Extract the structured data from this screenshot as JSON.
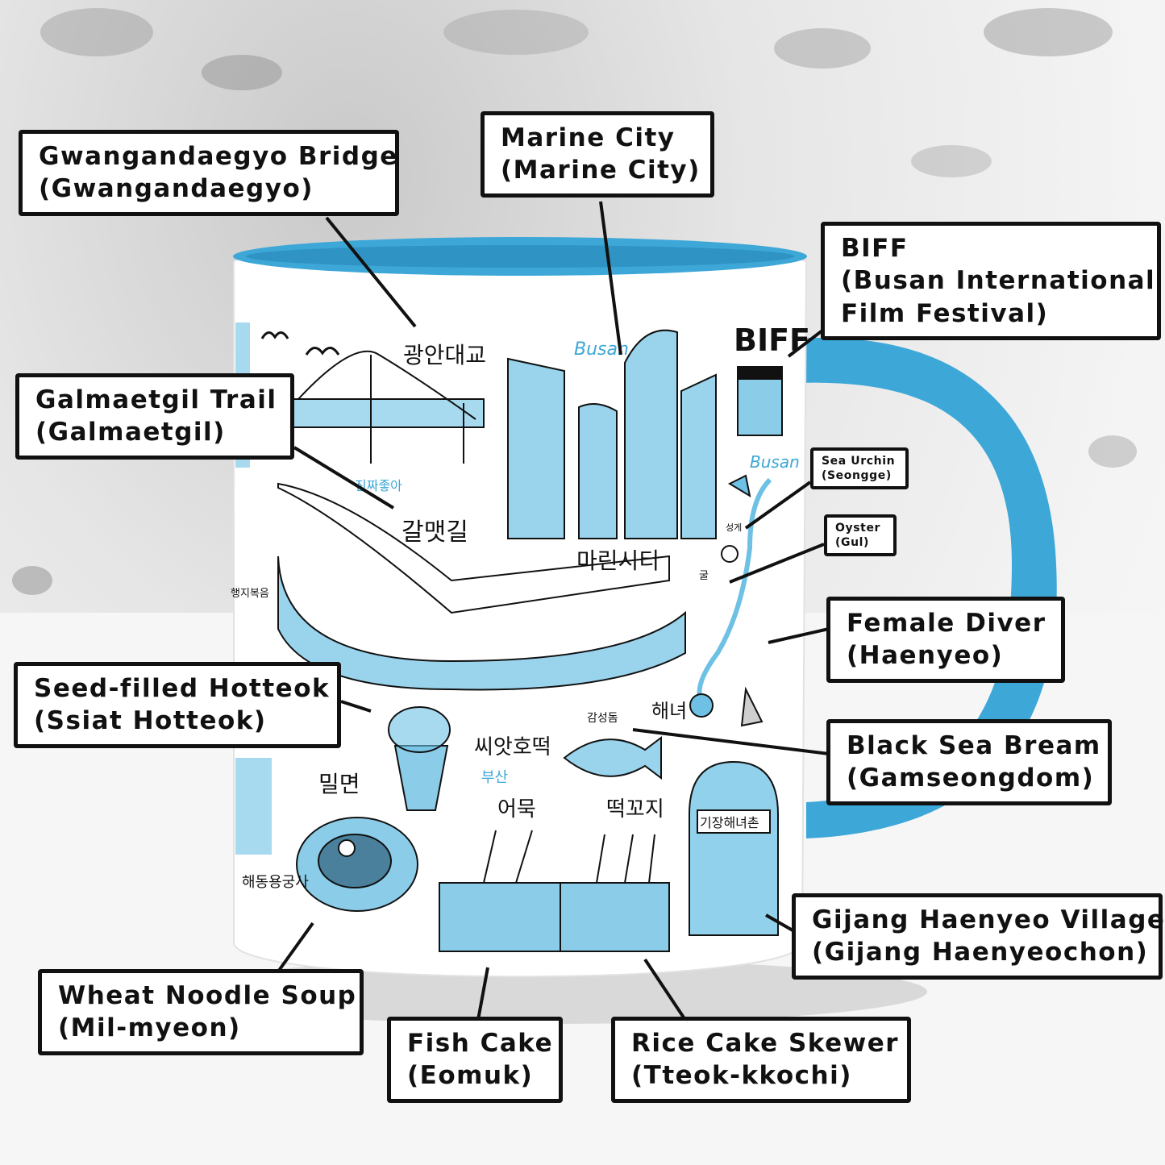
{
  "mug": {
    "rim_color": "#3da7d8",
    "handle_color": "#3da7d8",
    "body_color": "#ffffff",
    "ink_color": "#111111",
    "art_blue": "#6ec1e4"
  },
  "artwork_text": {
    "bridge_kor": "광안대교",
    "trail_kor": "갈맷길",
    "trail_sign": "진짜좋아",
    "marine_city_kor": "마린시티",
    "busan_script_1": "Busan",
    "busan_script_2": "Busan",
    "biff": "BIFF",
    "sea_urchin_kor": "성게",
    "oyster_kor": "굴",
    "haenyeo_kor": "해녀",
    "bream_kor": "감성돔",
    "hotteok_kor": "씨앗호떡",
    "busan_kor": "부산",
    "milmyeon_kor": "밀면",
    "eomuk_kor": "어묵",
    "tteokkkochi_kor": "떡꼬지",
    "village_sign_kor": "기장해녀촌",
    "temple_kor": "해동용궁사",
    "side_kor": "행지복음"
  },
  "callouts": [
    {
      "id": "gwangan",
      "line1": "Gwangandaegyo Bridge",
      "line2": "(Gwangandaegyo)"
    },
    {
      "id": "marine",
      "line1": "Marine City",
      "line2": "(Marine City)"
    },
    {
      "id": "biff",
      "line1": "BIFF",
      "line2": "(Busan International",
      "line3": "Film Festival)"
    },
    {
      "id": "galmaetgil",
      "line1": "Galmaetgil Trail",
      "line2": "(Galmaetgil)"
    },
    {
      "id": "urchin",
      "line1": "Sea Urchin",
      "line2": "(Seongge)"
    },
    {
      "id": "oyster",
      "line1": "Oyster",
      "line2": "(Gul)"
    },
    {
      "id": "diver",
      "line1": "Female Diver",
      "line2": "(Haenyeo)"
    },
    {
      "id": "hotteok",
      "line1": "Seed-filled Hotteok",
      "line2": "(Ssiat Hotteok)"
    },
    {
      "id": "bream",
      "line1": "Black Sea Bream",
      "line2": "(Gamseongdom)"
    },
    {
      "id": "gijang",
      "line1": "Gijang Haenyeo Village",
      "line2": "(Gijang Haenyeochon)"
    },
    {
      "id": "milmyeon",
      "line1": "Wheat Noodle Soup",
      "line2": "(Mil-myeon)"
    },
    {
      "id": "fishcake",
      "line1": "Fish Cake",
      "line2": "(Eomuk)"
    },
    {
      "id": "tteok",
      "line1": "Rice Cake Skewer",
      "line2": "(Tteok-kkochi)"
    }
  ]
}
